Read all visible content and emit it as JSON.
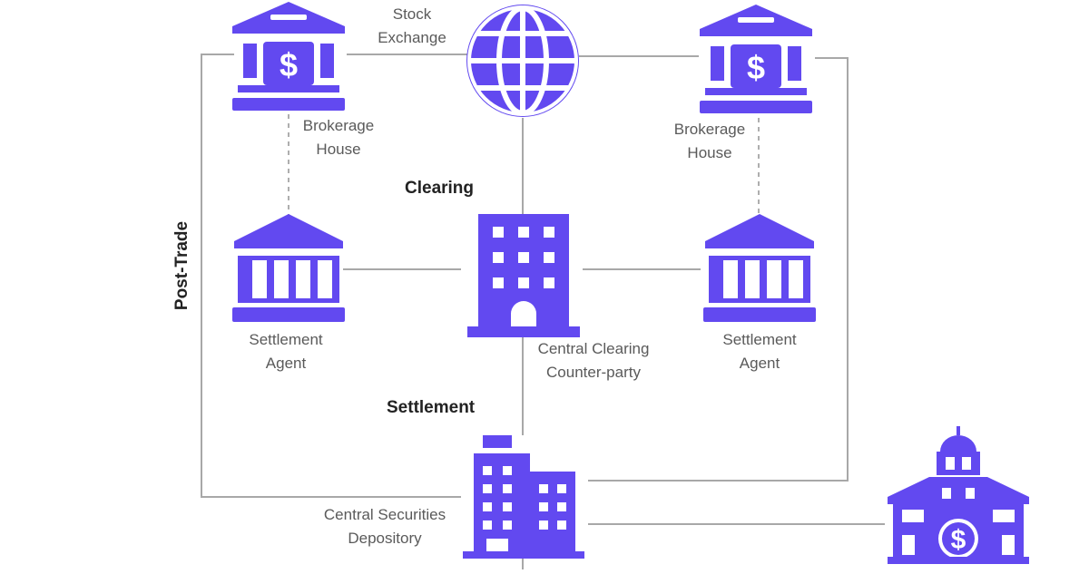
{
  "labels": {
    "stock_exchange": [
      "Stock",
      "Exchange"
    ],
    "brokerage_left": [
      "Brokerage",
      "House"
    ],
    "brokerage_right": [
      "Brokerage",
      "House"
    ],
    "settlement_agent_left": [
      "Settlement",
      "Agent"
    ],
    "settlement_agent_right": [
      "Settlement",
      "Agent"
    ],
    "ccp": [
      "Central Clearing",
      "Counter-party"
    ],
    "csd": [
      "Central Securities",
      "Depository"
    ]
  },
  "headings": {
    "clearing": "Clearing",
    "settlement": "Settlement",
    "post_trade": "Post-Trade"
  },
  "icons": {
    "brokerage_left": "bank-dollar-icon",
    "brokerage_right": "bank-dollar-icon",
    "stock_exchange": "globe-icon",
    "settlement_agent_left": "bank-icon",
    "settlement_agent_right": "bank-icon",
    "ccp": "office-building-icon",
    "csd": "office-buildings-icon",
    "central_bank": "central-bank-dollar-icon"
  },
  "colors": {
    "icon": "#6249f0",
    "icon_cutout": "#ffffff",
    "line": "#a8a8a8",
    "dashed": "#9a9a9a",
    "text": "#5a5a5a",
    "heading": "#222222"
  }
}
